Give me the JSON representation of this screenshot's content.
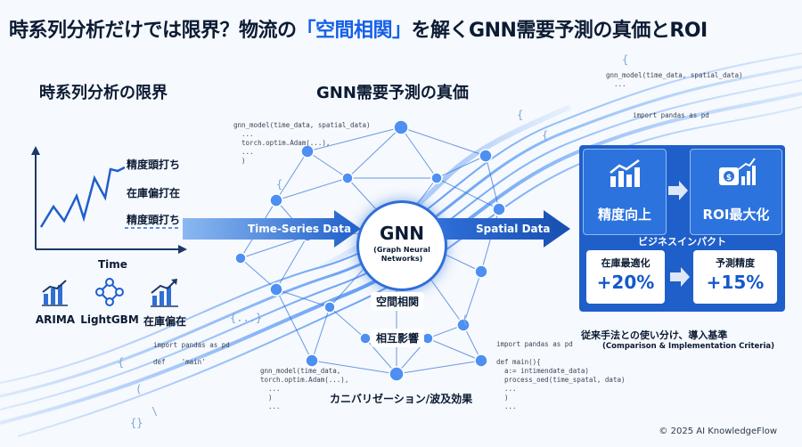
{
  "title": {
    "before": "時系列分析だけでは限界？物流の",
    "highlight": "「空間相関」",
    "after": "を解くGNN需要予測の真価とROI"
  },
  "left": {
    "heading": "時系列分析の限界",
    "chart_labels": [
      "精度頭打ち",
      "在庫偏打在",
      "精度頭打ち"
    ],
    "axis_label": "Time",
    "models": [
      "ARIMA",
      "LightGBM",
      "在庫偏在"
    ]
  },
  "center": {
    "heading": "GNN需要予測の真価",
    "gnn_main": "GNN",
    "gnn_sub": "(Graph Neural\nNetworks)",
    "arrow_left": "Time-Series Data",
    "arrow_right": "Spatial Data",
    "label_spatial": "空間相関",
    "label_mutual": "相互影響",
    "label_cannibal": "カニバリゼーション/波及効果"
  },
  "code": {
    "top_center": "gnn_model(time_data, spatial_data)\n  ...\n  torch.optim.Adam(...),\n  ...\n  )",
    "top_right": "gnn_model(time_data, spatial_data)\n  ...",
    "import_top": "import pandas as pd",
    "bottom_left_import": "import pandas as pd",
    "bottom_left_def": "def    'main'",
    "bottom_center": "gnn_model(time_data,\ntorch.optim.Adam(...),\n  ...\n  )\n  ...",
    "bottom_right": "import pandas as pd\n\ndef main(){\n  a:= intimendate_data)\n  process_oed(time_spatal, data)\n  ...\n  )\n  ..."
  },
  "right": {
    "card1_title": "精度向上",
    "card2_title": "ROI最大化",
    "business_impact": "ビジネスインパクト",
    "stat1_label": "在庫最適化",
    "stat1_value": "+20%",
    "stat2_label": "予測精度",
    "stat2_value": "+15%",
    "caption_jp": "従来手法との使い分け、導入基準",
    "caption_en": "(Comparison & Implementation Criteria)"
  },
  "copyright": "© 2025 AI KnowledgeFlow",
  "colors": {
    "accent": "#1560e8",
    "panel": "#1f5fc9",
    "dark": "#0b1b33"
  }
}
